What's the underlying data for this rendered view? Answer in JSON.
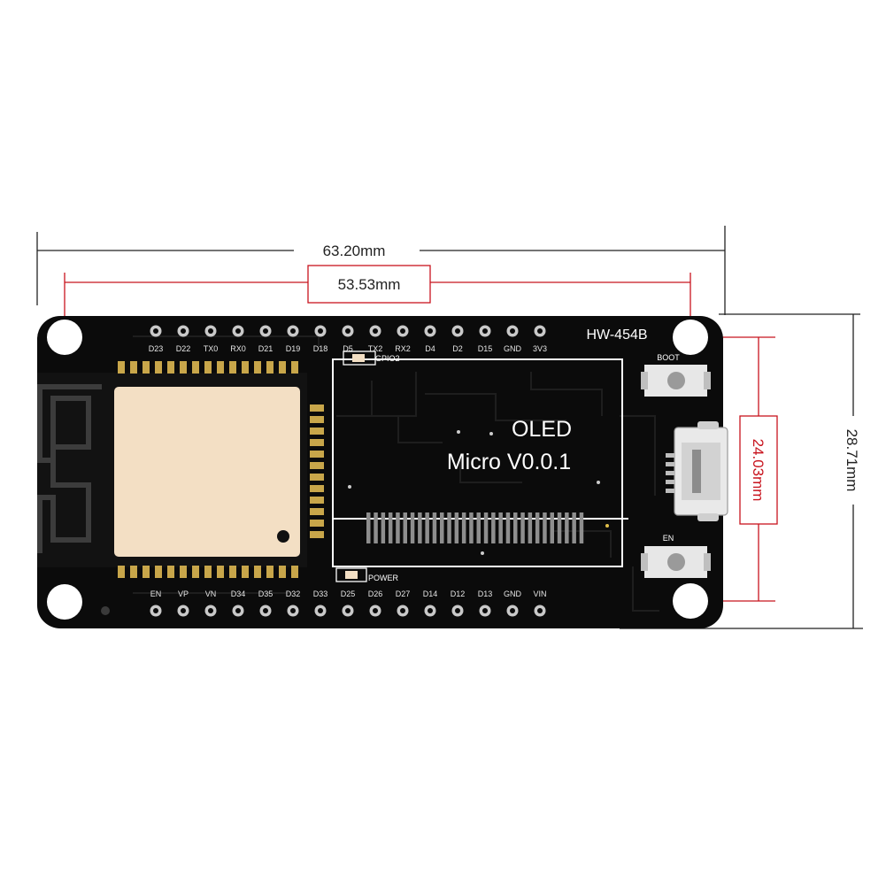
{
  "dimensions": {
    "overall_width": "63.20mm",
    "hole_spacing_x": "53.53mm",
    "overall_height": "28.71mm",
    "hole_spacing_y": "24.03mm",
    "line_color": "#222222",
    "accent_color": "#c8141e"
  },
  "board": {
    "model": "HW-454B",
    "pcb_color": "#0b0b0b",
    "module_color": "#f3dfc4",
    "pad_color": "#c8a64a",
    "top_pins": [
      "D23",
      "D22",
      "TX0",
      "RX0",
      "D21",
      "D19",
      "D18",
      "D5",
      "TX2",
      "RX2",
      "D4",
      "D2",
      "D15",
      "GND",
      "3V3"
    ],
    "bottom_pins": [
      "EN",
      "VP",
      "VN",
      "D34",
      "D35",
      "D32",
      "D33",
      "D25",
      "D26",
      "D27",
      "D14",
      "D12",
      "D13",
      "GND",
      "VIN"
    ],
    "oled": {
      "line1": "OLED",
      "line2": "Micro V0.0.1"
    },
    "led_labels": {
      "gpio": "GPIO2",
      "power": "POWER"
    },
    "buttons": {
      "boot": "BOOT",
      "en": "EN"
    },
    "icons": {
      "antenna": "antenna-trace-icon",
      "usb": "micro-usb-port-icon"
    }
  }
}
